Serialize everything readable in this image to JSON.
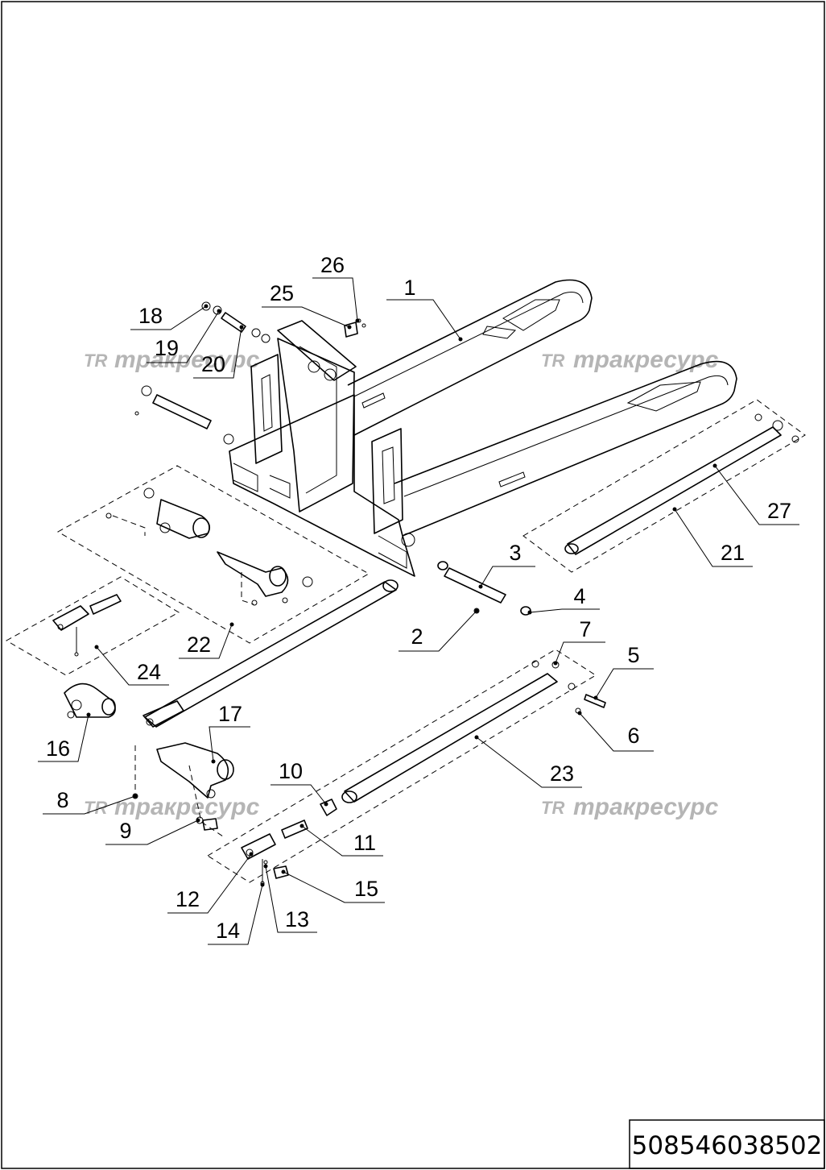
{
  "drawing_number": "508546038502",
  "watermark": {
    "logo": "TR",
    "text": "тракресурс"
  },
  "callouts": [
    "1",
    "2",
    "3",
    "4",
    "5",
    "6",
    "7",
    "8",
    "9",
    "10",
    "11",
    "12",
    "13",
    "14",
    "15",
    "16",
    "17",
    "18",
    "19",
    "20",
    "21",
    "22",
    "23",
    "24",
    "25",
    "26",
    "27"
  ]
}
